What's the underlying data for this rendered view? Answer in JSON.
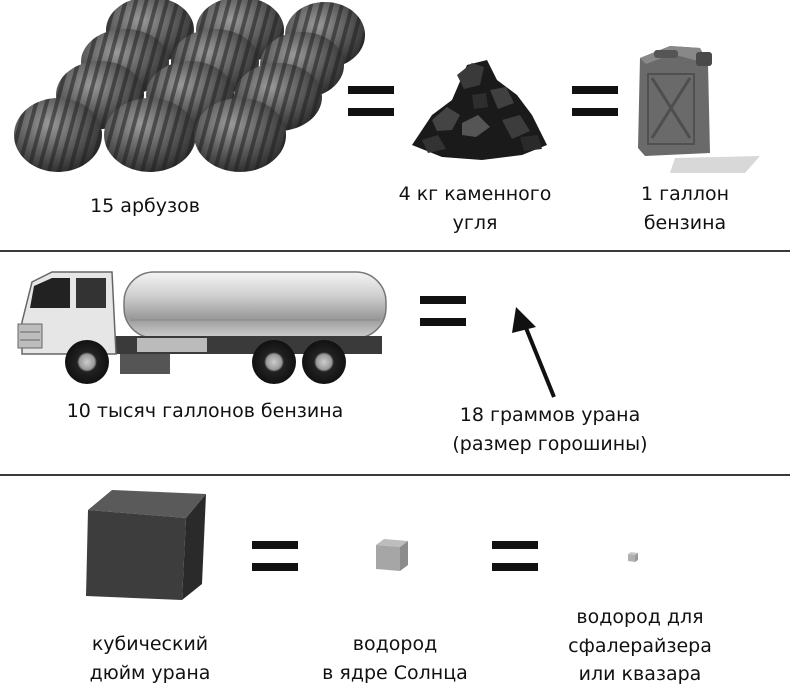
{
  "row1": {
    "watermelons_label": "15 арбузов",
    "coal_label_line1": "4 кг каменного",
    "coal_label_line2": "угля",
    "canister_label_line1": "1 галлон",
    "canister_label_line2": "бензина"
  },
  "row2": {
    "truck_label": "10 тысяч галлонов бензина",
    "pea_label_line1": "18 граммов урана",
    "pea_label_line2": "(размер горошины)"
  },
  "row3": {
    "cube_label_line1": "кубический",
    "cube_label_line2": "дюйм урана",
    "sun_label_line1": "водород",
    "sun_label_line2": "в ядре Солнца",
    "quasar_label_line1": "водород для",
    "quasar_label_line2": "сфалерайзера",
    "quasar_label_line3": "или квазара"
  },
  "icons": [
    "watermelon-icon",
    "coal-pile-icon",
    "jerrycan-icon",
    "tanker-truck-icon",
    "arrow-icon",
    "uranium-cube-icon",
    "small-cube-icon",
    "tiny-cube-icon"
  ]
}
